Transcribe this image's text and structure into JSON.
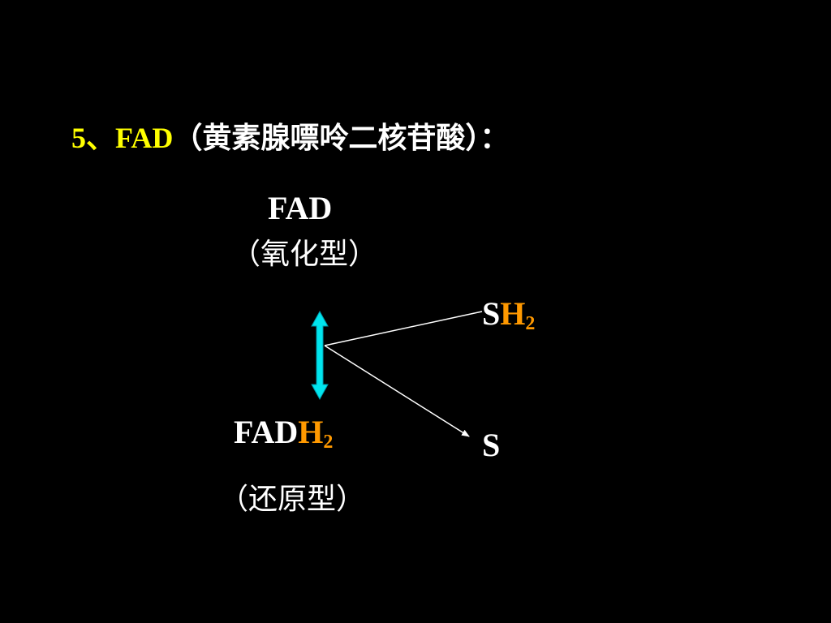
{
  "slide": {
    "background_color": "#000000",
    "title": {
      "number": "5、",
      "abbr": "FAD",
      "chinese": "（黄素腺嘌呤二核苷酸）：",
      "color": "#ffff00"
    },
    "oxidized_form": {
      "name": "FAD",
      "description": "（氧化型）"
    },
    "reduced_form": {
      "name_base": "FAD",
      "name_h": "H",
      "name_sub": "2",
      "description": "（还原型）"
    },
    "substrate": {
      "base": "S",
      "h": "H",
      "sub": "2"
    },
    "product": {
      "label": "S"
    },
    "colors": {
      "text": "#ffffff",
      "highlight": "#ff9900",
      "double_arrow": "#00e5ee",
      "reaction_line": "#ffffff"
    }
  }
}
